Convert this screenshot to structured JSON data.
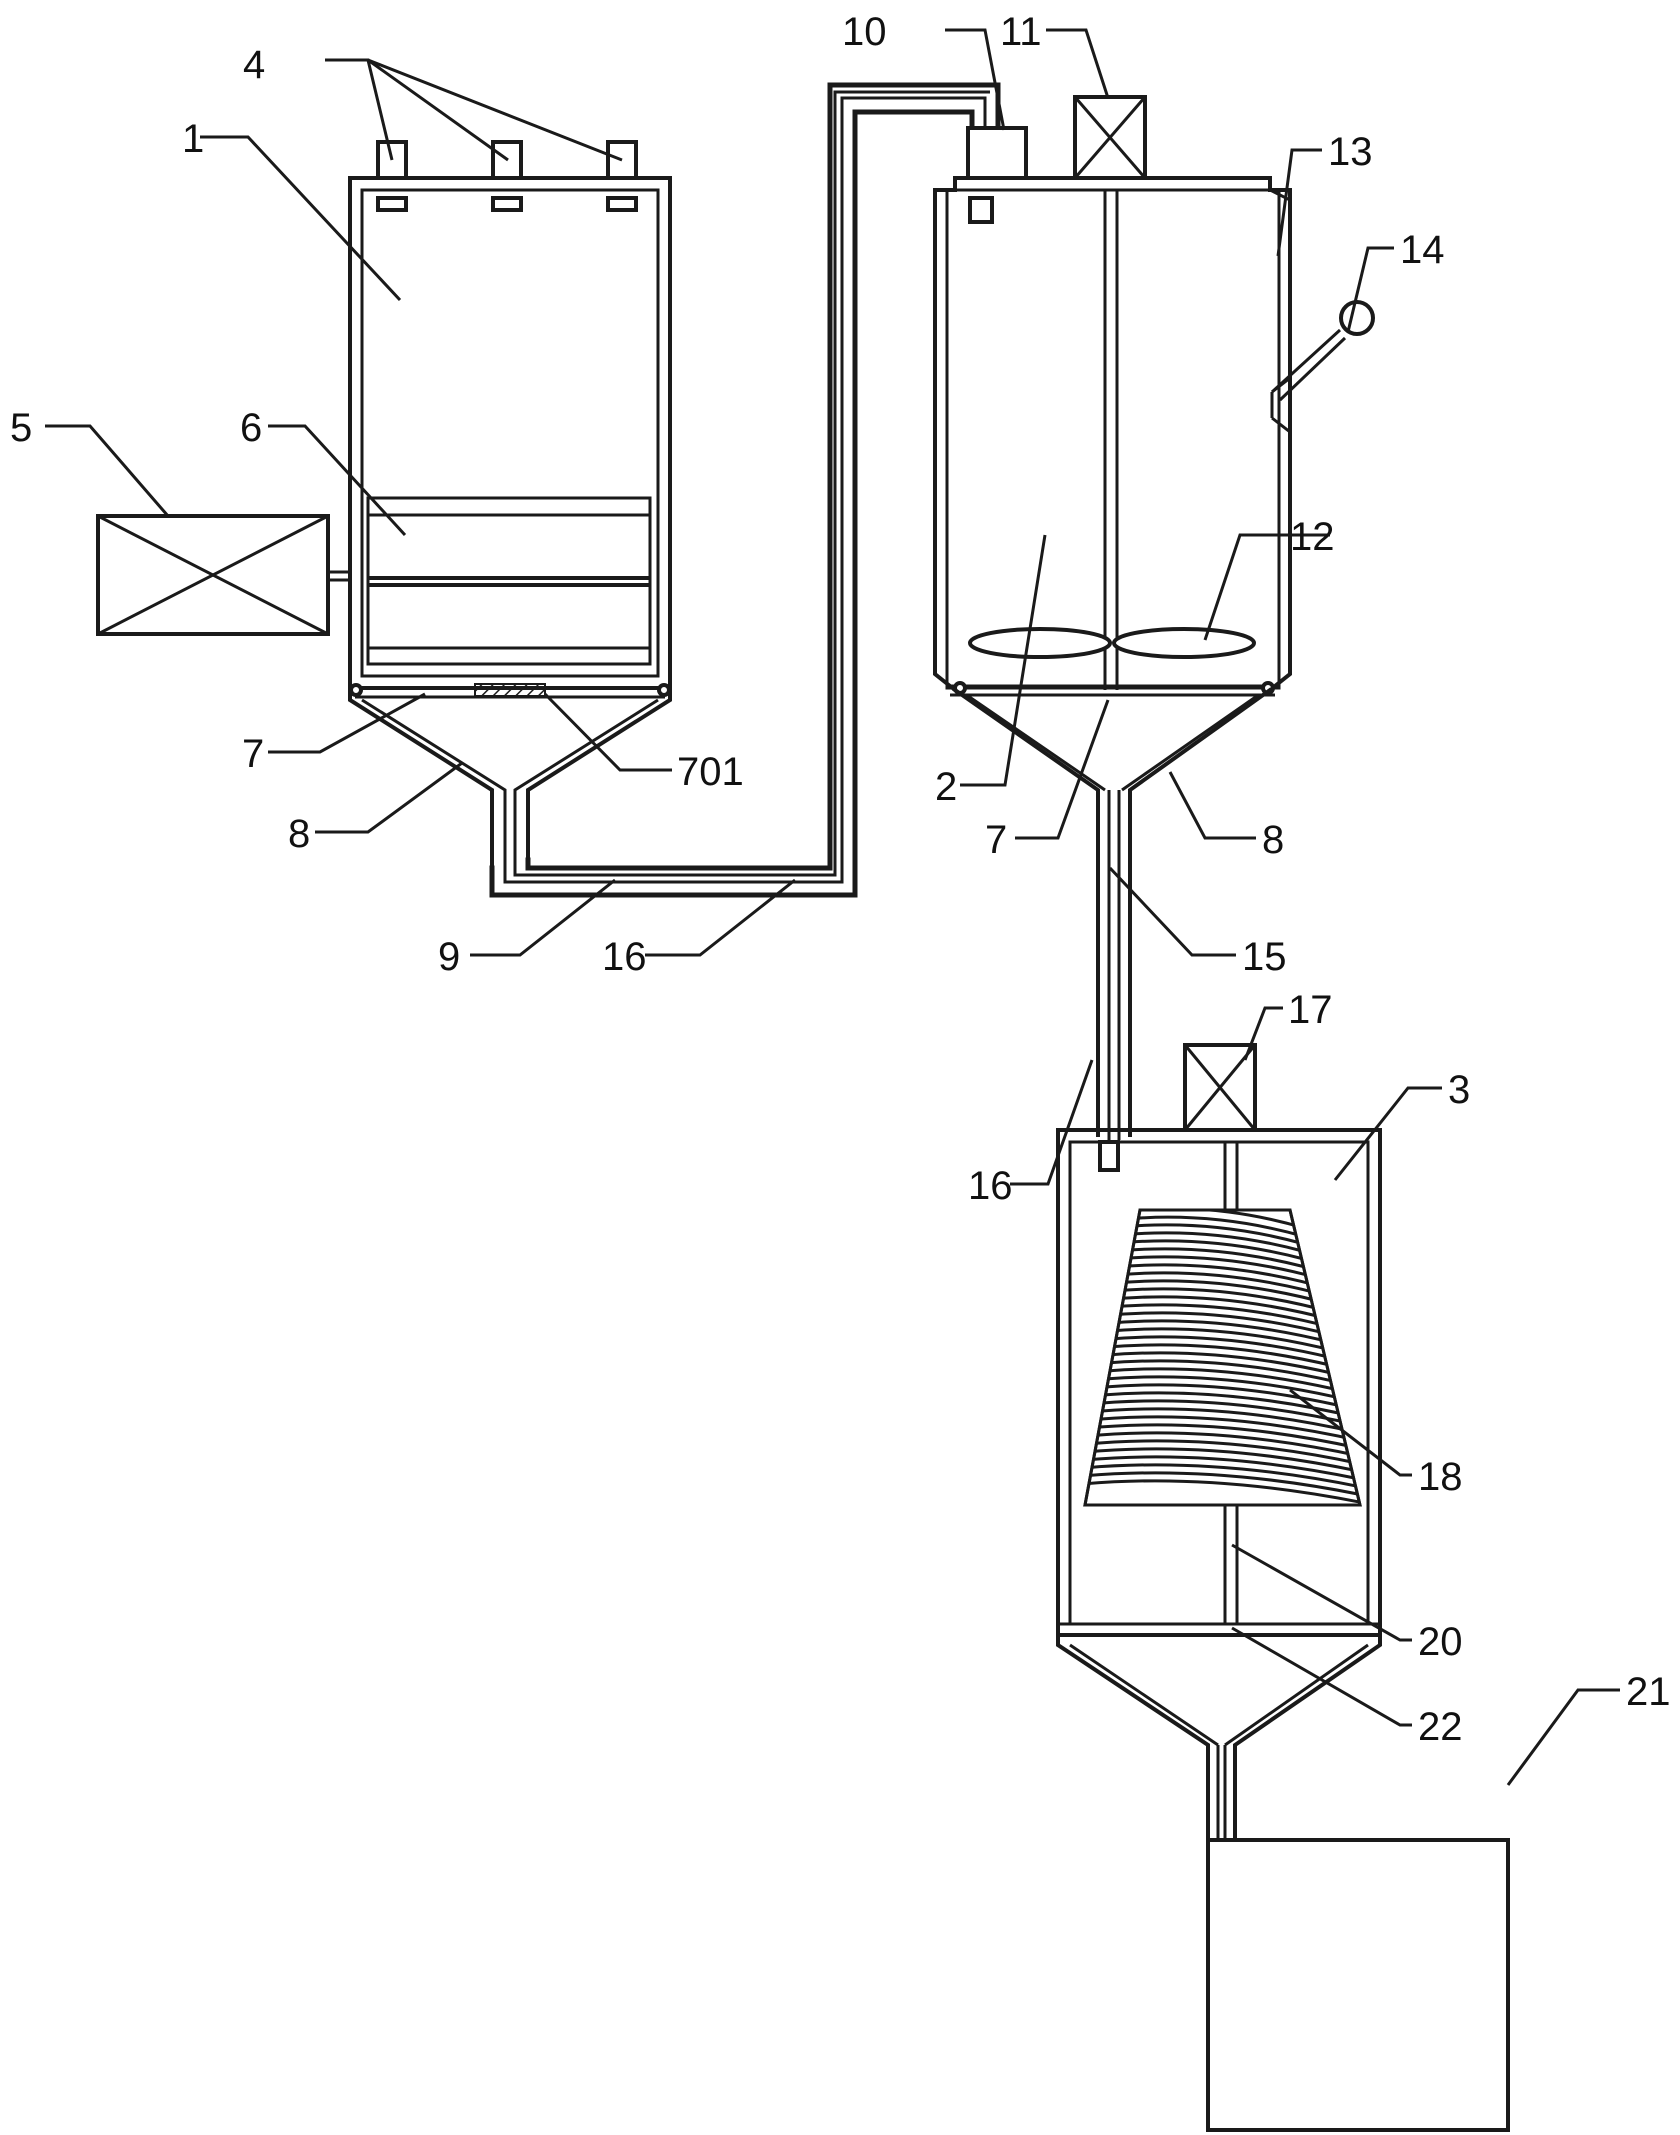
{
  "diagram": {
    "labels": {
      "l1": "1",
      "l2": "2",
      "l3": "3",
      "l4": "4",
      "l5": "5",
      "l6": "6",
      "l7a": "7",
      "l7b": "7",
      "l701": "701",
      "l8a": "8",
      "l8b": "8",
      "l9": "9",
      "l10": "10",
      "l11": "11",
      "l12": "12",
      "l13": "13",
      "l14": "14",
      "l15": "15",
      "l16a": "16",
      "l16b": "16",
      "l17": "17",
      "l18": "18",
      "l20": "20",
      "l21": "21",
      "l22": "22"
    }
  }
}
